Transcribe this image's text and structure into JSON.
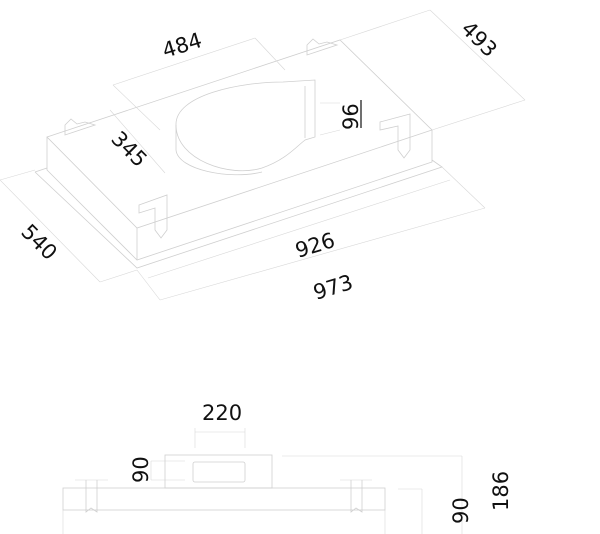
{
  "drawing": {
    "title": "Hood dimension drawing",
    "top_view": {
      "dim_484": "484",
      "dim_493": "493",
      "dim_96": "96",
      "dim_345": "345",
      "dim_540": "540",
      "dim_926": "926",
      "dim_973": "973"
    },
    "side_view": {
      "dim_220": "220",
      "dim_90_duct": "90",
      "dim_90_body": "90",
      "dim_186": "186"
    },
    "colors": {
      "line": "#cfcfcf",
      "text": "#111111"
    }
  }
}
